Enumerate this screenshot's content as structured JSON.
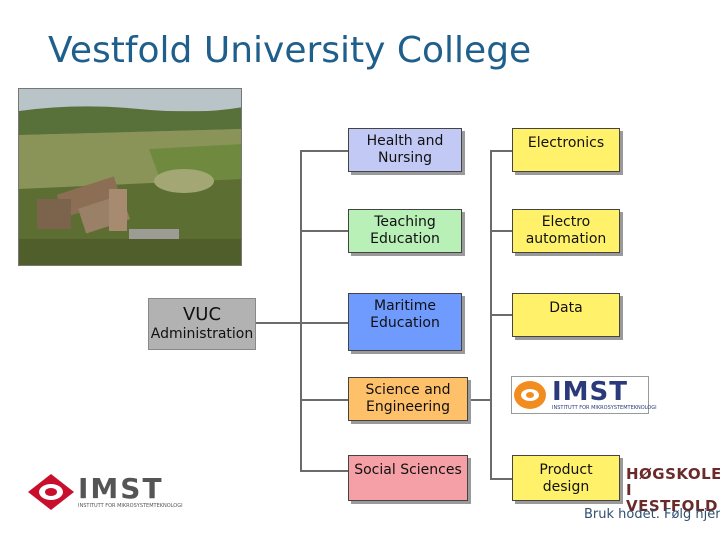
{
  "title": "Vestfold University College",
  "admin": {
    "name": "VUC",
    "subtitle": "Administration"
  },
  "faculties": [
    {
      "label": "Health and\nNursing",
      "color": "#c3c9f5"
    },
    {
      "label": "Teaching\nEducation",
      "color": "#b8f0b8"
    },
    {
      "label": "Maritime\nEducation",
      "color": "#6f9bff"
    },
    {
      "label": "Science and\nEngineering",
      "color": "#ffc06a"
    },
    {
      "label": "Social Sciences",
      "color": "#f5a0a6"
    }
  ],
  "departments": [
    {
      "label": "Electronics",
      "color": "#fff26a"
    },
    {
      "label": "Electro\nautomation",
      "color": "#fff26a"
    },
    {
      "label": "Data",
      "color": "#fff26a"
    },
    {
      "label": "Product\ndesign",
      "color": "#fff26a"
    }
  ],
  "logos": {
    "imst_name": "IMST",
    "imst_tagline": "INSTITUTT FOR MIKROSYSTEMTEKNOLOGI",
    "college_line1": "HØGSKOLEN",
    "college_line2": "I VESTFOLD",
    "slogan": "Bruk hodet. Følg hjertet"
  }
}
